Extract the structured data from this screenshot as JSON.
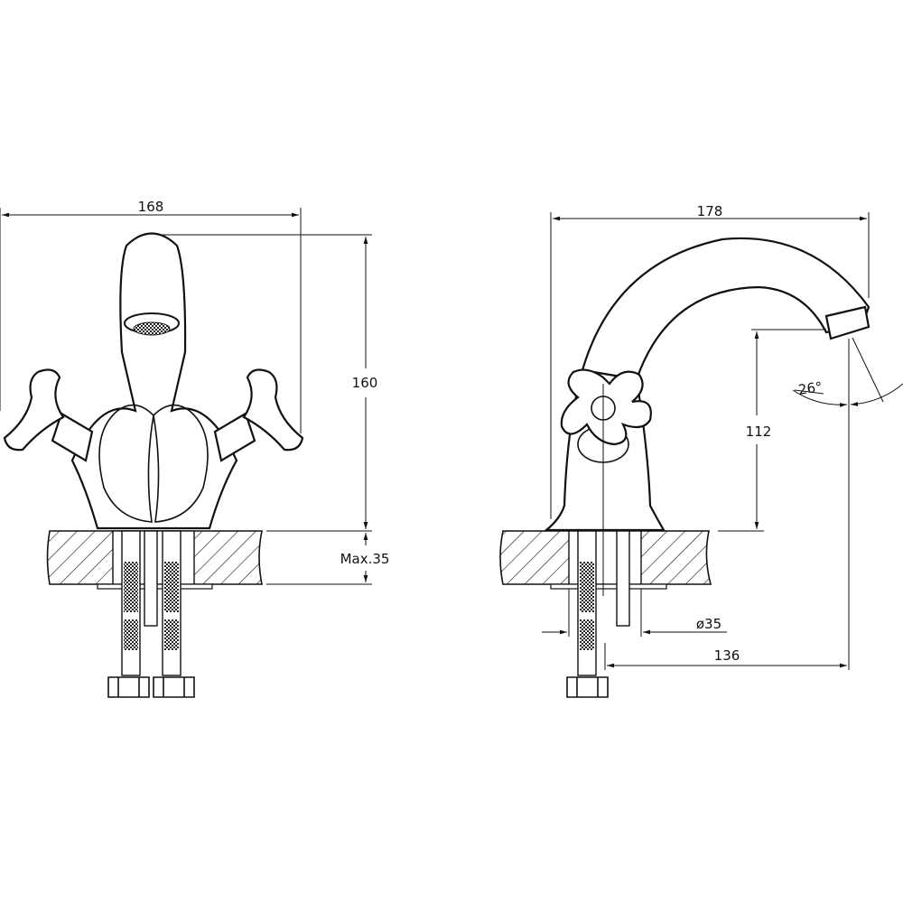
{
  "front_view": {
    "width_label": "168",
    "height_label": "160",
    "max_thickness_label": "Max.35"
  },
  "side_view": {
    "width_label": "178",
    "spout_height_label": "112",
    "angle_label": "26°",
    "hole_diameter_label": "ø35",
    "reach_label": "136"
  },
  "colors": {
    "line": "#111111",
    "background": "#ffffff"
  }
}
